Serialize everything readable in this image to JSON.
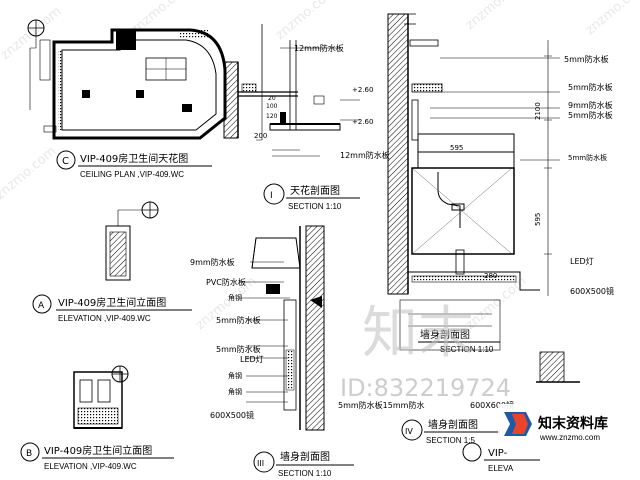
{
  "drawings": {
    "ceiling_plan": {
      "marker": "C",
      "title": "VIP-409房卫生间天花图",
      "subtitle": "CEILING PLAN ,VIP-409.WC"
    },
    "elevation_a": {
      "marker": "A",
      "title": "VIP-409房卫生间立面图",
      "subtitle": "ELEVATION ,VIP-409.WC"
    },
    "elevation_b": {
      "marker": "B",
      "title": "VIP-409房卫生间立面图",
      "subtitle": "ELEVATION ,VIP-409.WC"
    },
    "section_1": {
      "marker": "I",
      "title": "天花剖面图",
      "subtitle": "SECTION   1:10",
      "labels": [
        "12mm防水板",
        "12mm防水板",
        "+2.60",
        "+2.60",
        "200",
        "120",
        "100",
        "20"
      ]
    },
    "section_3": {
      "marker": "III",
      "title": "墙身剖面图",
      "subtitle": "SECTION   1:10",
      "labels": [
        "9mm防水板",
        "PVC防水板",
        "5mm防水板",
        "5mm防水板",
        "LED灯",
        "600X500镜",
        "角钢"
      ]
    },
    "section_4": {
      "marker": "IV",
      "title": "墙身剖面图",
      "subtitle": "SECTION   1:5",
      "labels": [
        "5mm防水板",
        "5mm防水板",
        "9mm防水板",
        "5mm防水板",
        "5mm防水板",
        "595",
        "595",
        "280",
        "LED灯",
        "600X500镜",
        "2100",
        "600X600镜",
        "5mm防水板15mm防水"
      ]
    },
    "section_2_partial": {
      "title": "墙身剖面图",
      "subtitle": "SECTION   1:10"
    },
    "elevation_partial": {
      "title": "VIP-",
      "subtitle": "ELEVA"
    }
  },
  "watermark": {
    "logo_text": "知末",
    "id_text": "ID:832219724",
    "brand_cn": "知末资料库",
    "brand_url": "www.znzmo.com",
    "diagonal": "znzmo.com"
  }
}
